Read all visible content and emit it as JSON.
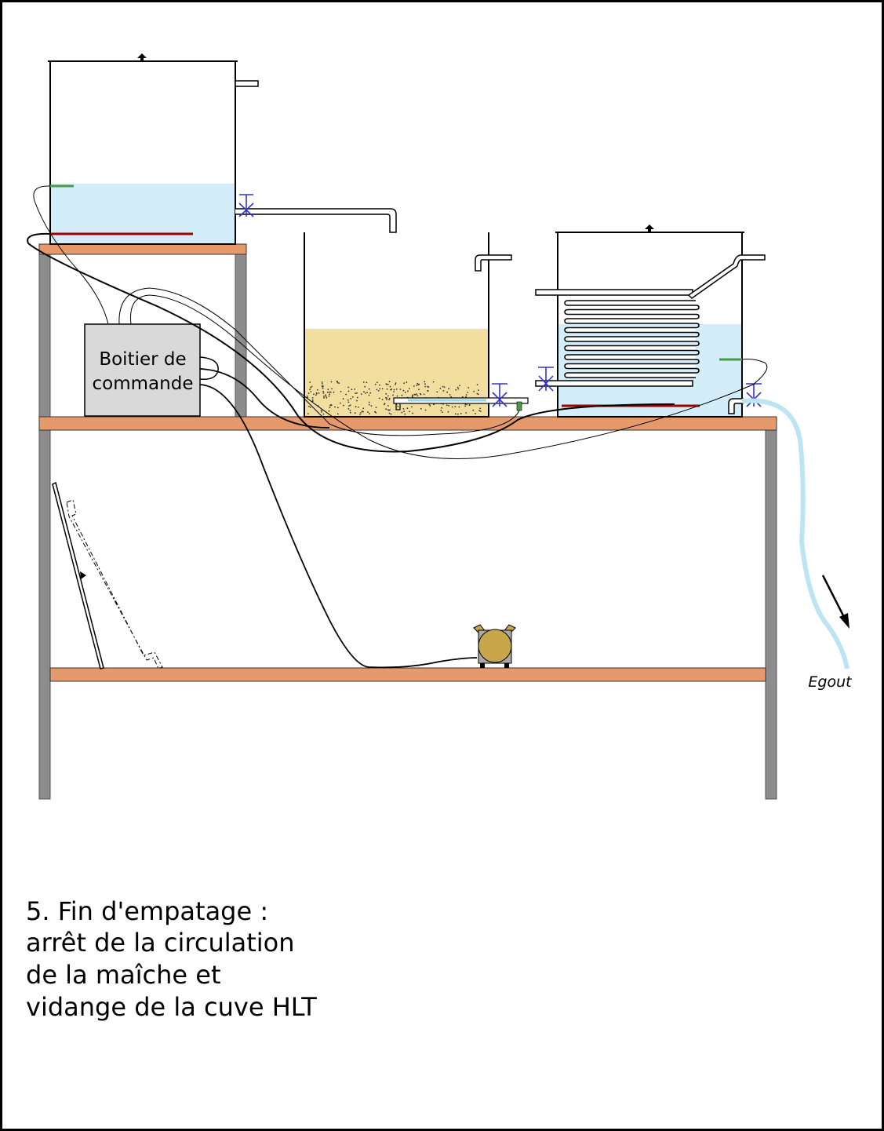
{
  "control_box": {
    "line1": "Boitier de",
    "line2": "commande"
  },
  "drain_label": "Egout",
  "caption": {
    "lines": [
      "5. Fin d'empatage :",
      "arrêt de la circulation",
      "de la maîche et",
      "vidange de la cuve HLT"
    ]
  },
  "colors": {
    "shelf": "#e69a6c",
    "leg": "#8c8c8c",
    "water": "#d3eef8",
    "mash": "#f2dfa0",
    "heater": "#a00000",
    "sensor": "#4a9a4a",
    "valve": "#3333cc",
    "pump": "#c8a64a",
    "control_box": "#d9d9d9"
  }
}
